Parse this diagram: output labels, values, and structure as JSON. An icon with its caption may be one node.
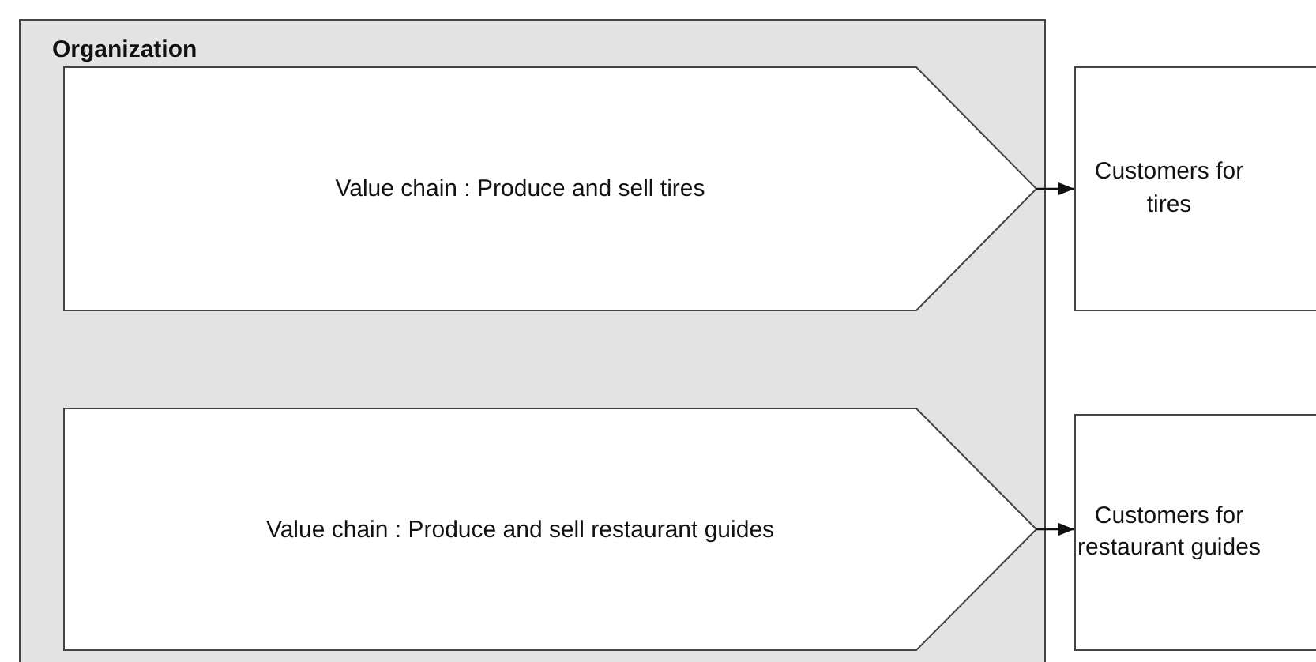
{
  "diagram": {
    "nodes": [
      {
        "text": [
          "Organization"
        ]
      },
      {
        "text": [
          "Value chain :  Produce and sell tires"
        ],
        "in": 0
      },
      {
        "text": [
          "Value chain :  Produce and sell restaurant guides"
        ],
        "in": 0
      },
      {
        "text": [
          "Customers for tires"
        ]
      },
      {
        "text": [
          "Customers for restaurant guides"
        ]
      }
    ],
    "edges": [
      {
        "from": 1,
        "to": 3,
        "arrow": "to"
      },
      {
        "from": 2,
        "to": 4,
        "arrow": "to"
      }
    ]
  }
}
